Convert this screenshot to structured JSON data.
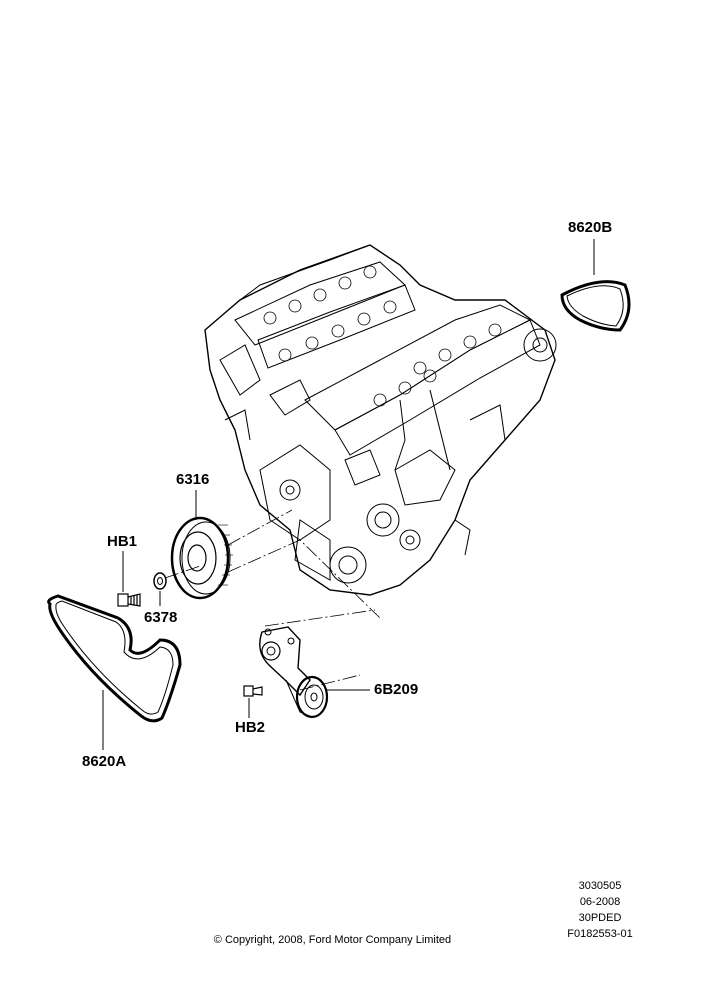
{
  "labels": {
    "belt_b": "8620B",
    "pulley": "6316",
    "bolt_1": "HB1",
    "washer": "6378",
    "belt_a": "8620A",
    "tensioner": "6B209",
    "bolt_2": "HB2"
  },
  "meta": {
    "code1": "3030505",
    "date": "06-2008",
    "code2": "30PDED",
    "figure_id": "F0182553-01"
  },
  "copyright": "© Copyright, 2008, Ford Motor Company Limited"
}
